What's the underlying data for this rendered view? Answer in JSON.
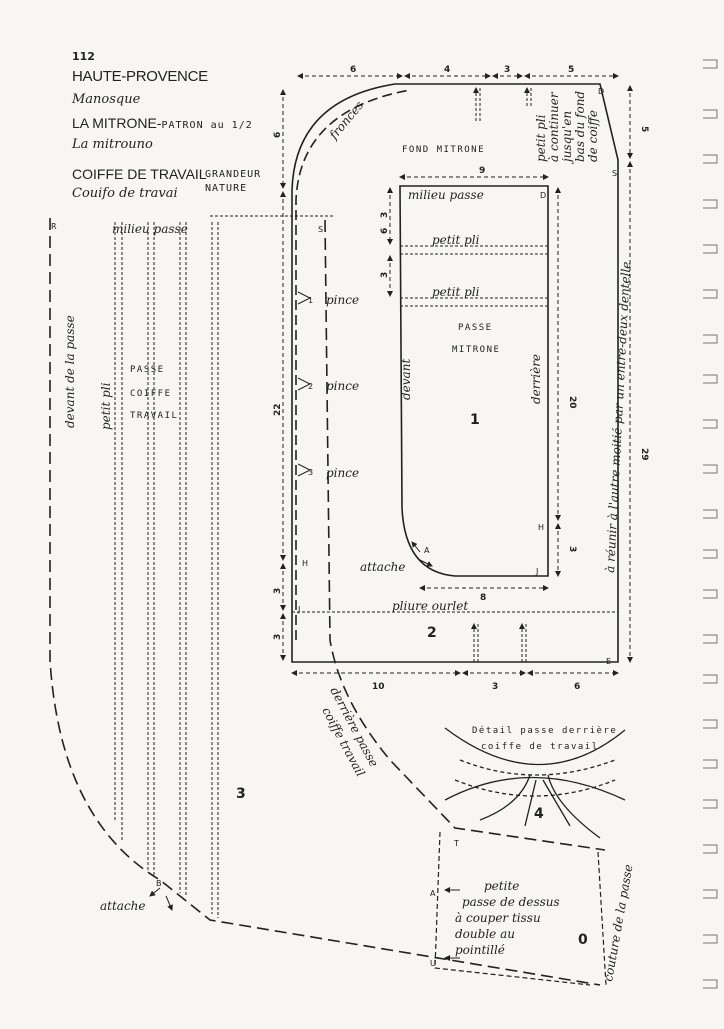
{
  "header": {
    "number": "112",
    "region": "HAUTE-PROVENCE",
    "city": "Manosque",
    "pattern_title": "LA MITRONE-",
    "pattern_scale": "PATRON au 1/2",
    "pattern_local": "La mitrouno",
    "cap_title": "COIFFE DE TRAVAIL",
    "cap_size_1": "GRANDEUR",
    "cap_size_2": "NATURE",
    "cap_local": "Couifo de travai"
  },
  "pieces": {
    "fond": "FOND MITRONE",
    "passe_1": "PASSE",
    "passe_2": "MITRONE",
    "coiffe_1": "PASSE",
    "coiffe_2": "COIFFE",
    "coiffe_3": "TRAVAIL",
    "piece_1": "1",
    "piece_2": "2",
    "piece_3": "3",
    "piece_4": "4",
    "piece_0": "0"
  },
  "labels": {
    "fronces": "fronces",
    "petit_pli_continuer": [
      "petit pli",
      "à continuer",
      "jusqu'en",
      "bas du fond",
      "de coiffe"
    ],
    "milieu_passe_1": "milieu passe",
    "milieu_passe_3": "milieu passe",
    "petit_pli": "petit pli",
    "devant": "devant",
    "derriere": "derrière",
    "pince": "pince",
    "attache": "attache",
    "pliure_ourlet": "pliure ourlet",
    "reunir": "à réunir à l'autre moitié par un entre-deux dentelle",
    "devant_passe": "devant de la passe",
    "derriere_passe": [
      "derrière passe",
      "coiffe travail"
    ],
    "petite_passe": [
      "petite",
      "passe de dessus",
      "à couper tissu",
      "double au",
      "pointillé"
    ],
    "couture_passe": "couture de la passe",
    "detail": [
      "Détail passe derrière",
      "coiffe de travail"
    ]
  },
  "points": {
    "R": "R",
    "S": "S",
    "D": "D",
    "E": "E",
    "H": "H",
    "J": "J",
    "A": "A",
    "B": "B",
    "T": "T",
    "U": "U",
    "p1": "1",
    "p2": "2",
    "p3": "3"
  },
  "dimensions": {
    "top": [
      "6",
      "4",
      "3",
      "5"
    ],
    "bottom": [
      "10",
      "3",
      "6"
    ],
    "right": [
      "5",
      "29"
    ],
    "left": [
      "6",
      "22",
      "3",
      "3"
    ],
    "inner": [
      "9",
      "3",
      "6",
      "3",
      "20",
      "3",
      "8"
    ]
  },
  "colors": {
    "ink": "#222222",
    "paper": "#f7f6f2"
  }
}
